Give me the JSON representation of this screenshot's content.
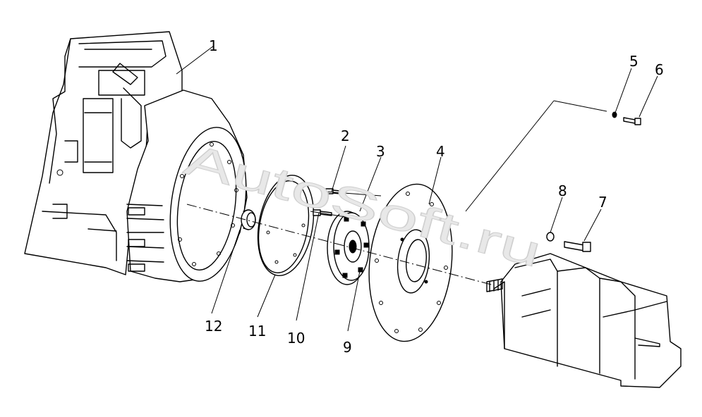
{
  "watermark": "AutoSoft.ru",
  "callouts": [
    "1",
    "2",
    "3",
    "4",
    "5",
    "6",
    "7",
    "8",
    "9",
    "10",
    "11",
    "12"
  ]
}
